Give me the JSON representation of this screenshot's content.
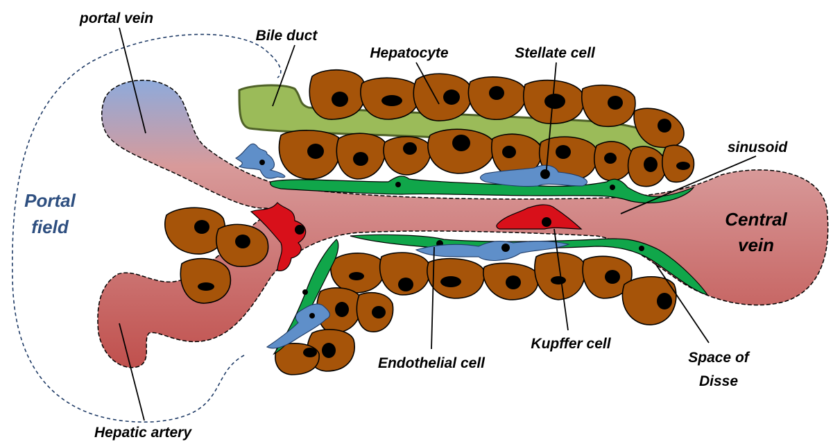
{
  "labels": {
    "portal_vein": "portal vein",
    "bile_duct": "Bile duct",
    "hepatocyte": "Hepatocyte",
    "stellate_cell": "Stellate cell",
    "sinusoid": "sinusoid",
    "portal_field_line1": "Portal",
    "portal_field_line2": "field",
    "central_vein_line1": "Central",
    "central_vein_line2": "vein",
    "kupffer_cell": "Kupffer cell",
    "endothelial_cell": "Endothelial cell",
    "space_of_disse_line1": "Space of",
    "space_of_disse_line2": "Disse",
    "hepatic_artery": "Hepatic artery"
  },
  "colors": {
    "hepatocyte": "#a65409",
    "bile_duct": "#9bbb59",
    "endothelial": "#10a64a",
    "stellate": "#5f8fc9",
    "kupffer": "#d8101a",
    "vessel_blue": "#8eaadb",
    "vessel_pink": "#d89a9a",
    "vessel_red": "#c0504d",
    "portal_field_text": "#2e4f80"
  }
}
